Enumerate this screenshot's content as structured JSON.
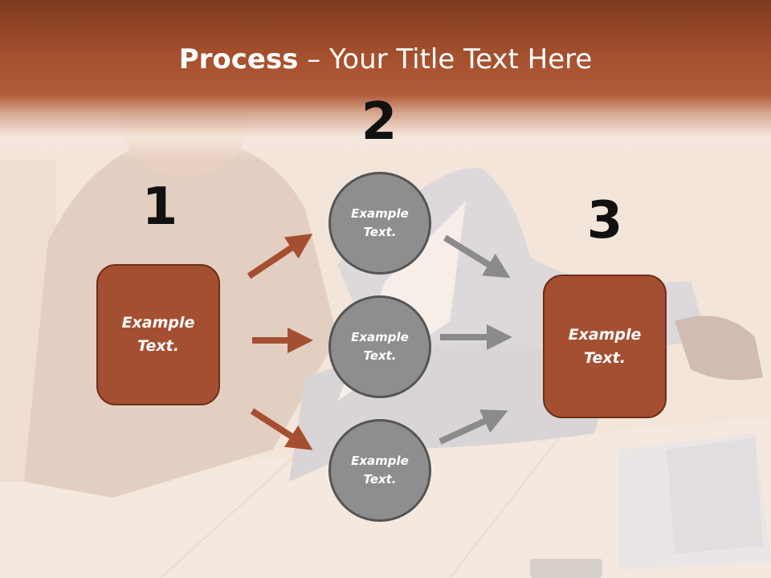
{
  "title": {
    "bold": "Process",
    "rest": " – Your Title Text Here"
  },
  "steps": [
    {
      "number": "1",
      "label": "Example Text."
    },
    {
      "number": "2",
      "labels": [
        "Example Text.",
        "Example Text.",
        "Example Text."
      ]
    },
    {
      "number": "3",
      "label": "Example Text."
    }
  ],
  "colors": {
    "header": "#a5502e",
    "box": "#a54f32",
    "circle": "#8e8e8e",
    "arrow_left": "#a54f32",
    "arrow_right": "#8b8b8b"
  }
}
